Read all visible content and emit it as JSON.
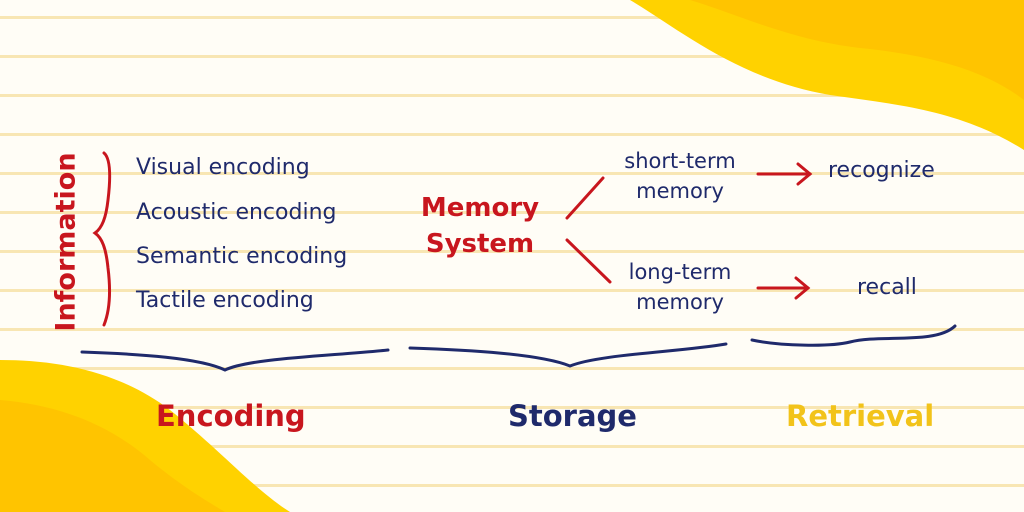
{
  "information_label": "Information",
  "encoding_types": [
    "Visual encoding",
    "Acoustic encoding",
    "Semantic encoding",
    "Tactile encoding"
  ],
  "memory_system": {
    "line1": "Memory",
    "line2": "System"
  },
  "memories": {
    "short": {
      "line1": "short-term",
      "line2": "memory",
      "result": "recognize"
    },
    "long": {
      "line1": "long-term",
      "line2": "memory",
      "result": "recall"
    }
  },
  "stages": {
    "encoding": "Encoding",
    "storage": "Storage",
    "retrieval": "Retrieval"
  },
  "colors": {
    "red": "#c8161e",
    "navy": "#1f2a6b",
    "yellow": "#ffce00",
    "background": "#fffdf6"
  }
}
